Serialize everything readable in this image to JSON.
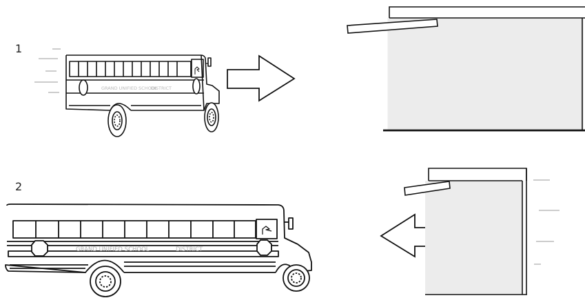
{
  "panels": [
    {
      "number": "1",
      "bus_label_left": "GRAND UNIFIED SCHOOL",
      "bus_label_right": "DISTRICT"
    },
    {
      "number": "2",
      "bus_label_left": "GRAND UNIFIED SCHOOL",
      "bus_label_right": "DISTRICT"
    }
  ],
  "colors": {
    "line": "#111111",
    "building_fill": "#ececec",
    "motion_lines": "#999999",
    "bus_text": "#b8b8b8"
  }
}
